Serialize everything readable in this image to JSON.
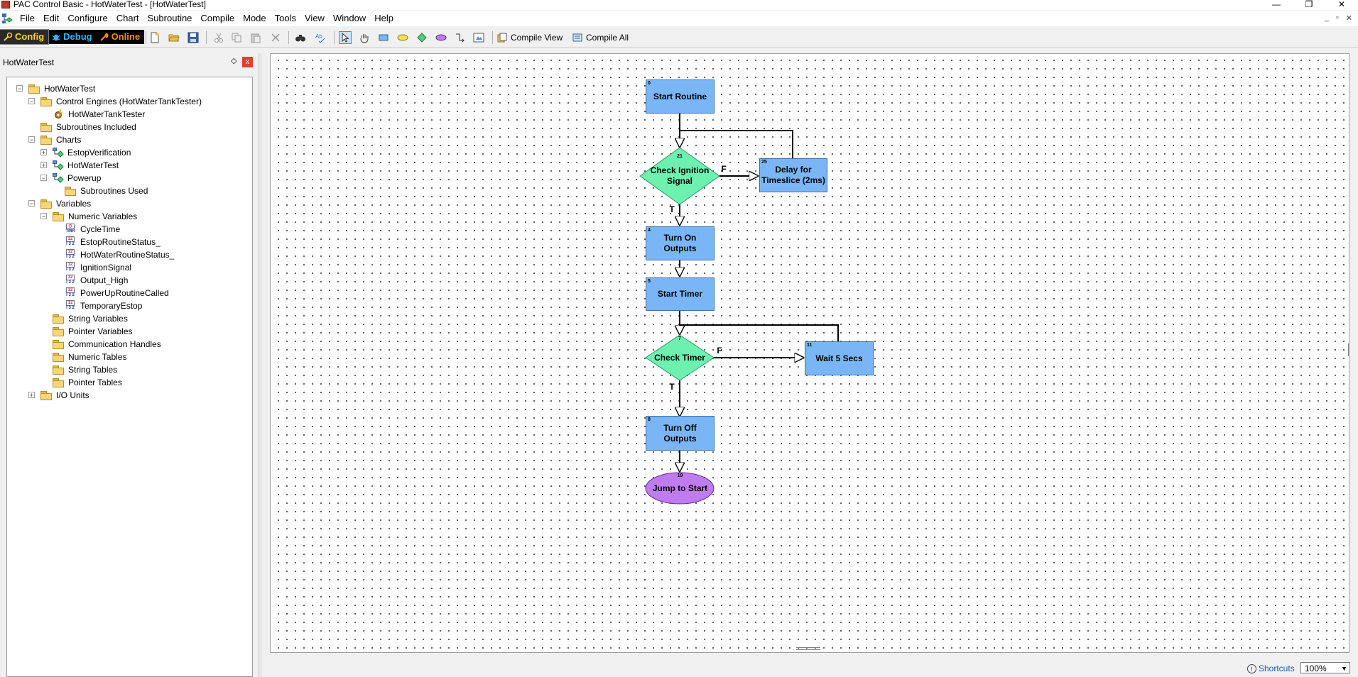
{
  "window": {
    "title": "PAC Control Basic - HotWaterTest - [HotWaterTest]",
    "controls": [
      "—",
      "❐",
      "✕"
    ],
    "mdi_controls": [
      "_",
      "▫",
      "✕"
    ]
  },
  "menubar": {
    "items": [
      "File",
      "Edit",
      "Configure",
      "Chart",
      "Subroutine",
      "Compile",
      "Mode",
      "Tools",
      "View",
      "Window",
      "Help"
    ]
  },
  "toolbar": {
    "modes": [
      {
        "label": "Config",
        "color": "#ffd21f"
      },
      {
        "label": "Debug",
        "color": "#2fb4ff"
      },
      {
        "label": "Online",
        "color": "#ff8a00"
      }
    ],
    "compile_view_label": "Compile View",
    "compile_all_label": "Compile All",
    "icons": [
      "new-file-icon",
      "open-folder-icon",
      "save-icon",
      "cut-icon",
      "copy-icon",
      "paste-icon",
      "delete-icon",
      "find-icon",
      "spell-check-icon",
      "select-arrow-icon",
      "pan-hand-icon",
      "action-block-icon",
      "condition-block-icon",
      "continue-block-icon",
      "oval-block-icon",
      "connection-icon",
      "text-icon"
    ]
  },
  "sidebar": {
    "title": "HotWaterTest",
    "pin_glyph": "◇",
    "close_glyph": "x",
    "tree": [
      {
        "label": "HotWaterTest",
        "icon": "folder",
        "expander": "−"
      },
      {
        "label": "Control Engines (HotWaterTankTester)",
        "icon": "folder",
        "expander": "−"
      },
      {
        "label": "HotWaterTankTester",
        "icon": "engine",
        "expander": ""
      },
      {
        "label": "Subroutines Included",
        "icon": "folder",
        "expander": ""
      },
      {
        "label": "Charts",
        "icon": "folder",
        "expander": "−"
      },
      {
        "label": "EstopVerification",
        "icon": "chart",
        "expander": "+"
      },
      {
        "label": "HotWaterTest",
        "icon": "chart",
        "expander": "+"
      },
      {
        "label": "Powerup",
        "icon": "chart",
        "expander": "−"
      },
      {
        "label": "Subroutines Used",
        "icon": "folder",
        "expander": ""
      },
      {
        "label": "Variables",
        "icon": "folder",
        "expander": "−"
      },
      {
        "label": "Numeric Variables",
        "icon": "folder",
        "expander": "−"
      },
      {
        "label": "CycleTime",
        "icon": "timer",
        "expander": ""
      },
      {
        "label": "EstopRoutineStatus_",
        "icon": "int32",
        "expander": ""
      },
      {
        "label": "HotWaterRoutineStatus_",
        "icon": "int32",
        "expander": ""
      },
      {
        "label": "IgnitionSignal",
        "icon": "int32",
        "expander": ""
      },
      {
        "label": "Output_High",
        "icon": "int32",
        "expander": ""
      },
      {
        "label": "PowerUpRoutineCalled",
        "icon": "int32",
        "expander": ""
      },
      {
        "label": "TemporaryEstop",
        "icon": "int32",
        "expander": ""
      },
      {
        "label": "String Variables",
        "icon": "folder",
        "expander": ""
      },
      {
        "label": "Pointer Variables",
        "icon": "folder",
        "expander": ""
      },
      {
        "label": "Communication Handles",
        "icon": "folder",
        "expander": ""
      },
      {
        "label": "Numeric Tables",
        "icon": "folder",
        "expander": ""
      },
      {
        "label": "String Tables",
        "icon": "folder",
        "expander": ""
      },
      {
        "label": "Pointer Tables",
        "icon": "folder",
        "expander": ""
      },
      {
        "label": "I/O Units",
        "icon": "folder",
        "expander": "+"
      }
    ],
    "var_icon_text": {
      "int32_top": "12",
      "int32_bottom": "I 3 2",
      "timer_bottom": "TMR"
    }
  },
  "flowchart": {
    "colors": {
      "action": "#7ab6f5",
      "condition": "#6ef0b0",
      "continue": "#bf7bf0",
      "connector": "#000000"
    },
    "blocks": [
      {
        "id": "0",
        "label": "Start Routine",
        "type": "action"
      },
      {
        "id": "21",
        "label": "Check Ignition Signal",
        "type": "condition"
      },
      {
        "id": "25",
        "label": "Delay for Timeslice (2ms)",
        "type": "action"
      },
      {
        "id": "4",
        "label": "Turn On Outputs",
        "type": "action"
      },
      {
        "id": "5",
        "label": "Start Timer",
        "type": "action"
      },
      {
        "id": "7",
        "label": "Check Timer",
        "type": "condition"
      },
      {
        "id": "11",
        "label": "Wait 5 Secs",
        "type": "action"
      },
      {
        "id": "8",
        "label": "Turn Off Outputs",
        "type": "action"
      },
      {
        "id": "19",
        "label": "Jump to Start",
        "type": "continue"
      }
    ],
    "branch_labels": {
      "false": "F",
      "true": "T"
    }
  },
  "statusbar": {
    "shortcuts_label": "Shortcuts",
    "info_glyph": "i",
    "zoom_value": "100%"
  }
}
